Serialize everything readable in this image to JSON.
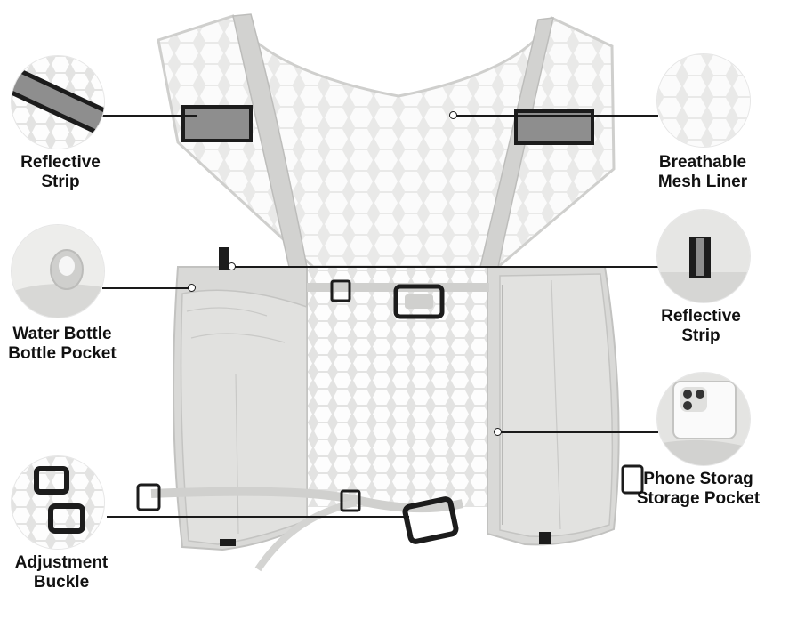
{
  "callouts": {
    "reflective_strip_left": {
      "line1": "Reflective",
      "line2": "Strip"
    },
    "breathable_mesh": {
      "line1": "Breathable",
      "line2": "Mesh Liner"
    },
    "water_bottle": {
      "line1": "Water Bottle",
      "line2": "Bottle Pocket"
    },
    "reflective_strip_right": {
      "line1": "Reflective",
      "line2": "Strip"
    },
    "phone_storage": {
      "line1": "Phone Storag",
      "line2": "Storage Pocket"
    },
    "adjustment_buckle": {
      "line1": "Adjustment",
      "line2": "Buckle"
    }
  },
  "colors": {
    "vest_fabric": "#d9d9d7",
    "vest_trim": "#c7c7c5",
    "mesh_bg": "#f2f2f2",
    "mesh_cell": "#ffffff",
    "reflective": "#8e8e8e",
    "buckle": "#1c1c1c"
  },
  "icons": [
    "reflective-strip-thumb",
    "mesh-thumb",
    "bottle-thumb",
    "reflective-tab-thumb",
    "phone-thumb",
    "buckle-thumb"
  ]
}
